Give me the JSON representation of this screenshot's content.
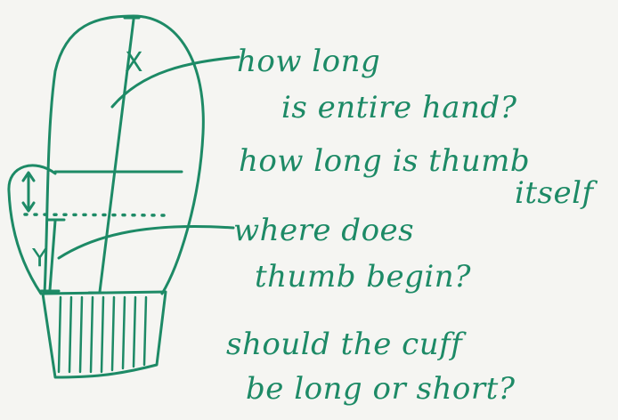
{
  "colors": {
    "ink": "#1d8a66",
    "paper": "#f5f5f2"
  },
  "labels": {
    "hand_length_marker": "X",
    "thumb_begin_marker": "Y"
  },
  "notes": {
    "hand_length": {
      "line1": "how long",
      "line2": "is entire hand?"
    },
    "thumb_length": {
      "line1": "how long is thumb",
      "line2": "itself"
    },
    "thumb_begin": {
      "line1": "where does",
      "line2": "thumb begin?"
    },
    "cuff": {
      "line1": "should the cuff",
      "line2": "be long or short?"
    }
  }
}
